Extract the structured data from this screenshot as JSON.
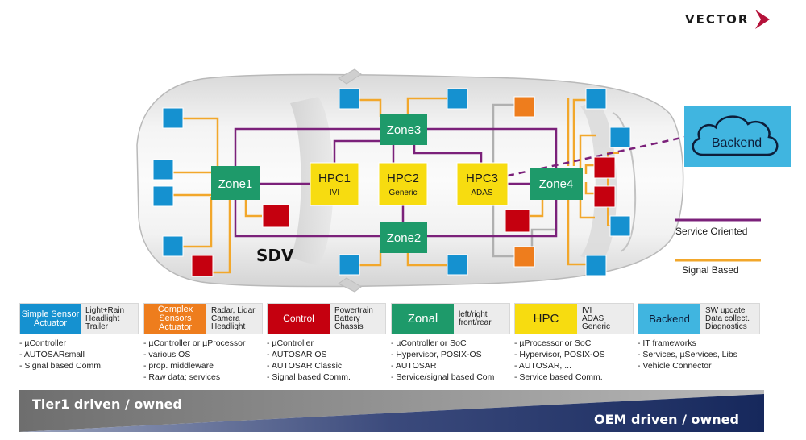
{
  "brand": {
    "name": "VECTOR",
    "accent": "#b5123a"
  },
  "diagram": {
    "car_label": "SDV",
    "zones": [
      "Zone1",
      "Zone2",
      "Zone3",
      "Zone4"
    ],
    "hpcs": [
      {
        "name": "HPC1",
        "sub": "IVI"
      },
      {
        "name": "HPC2",
        "sub": "Generic"
      },
      {
        "name": "HPC3",
        "sub": "ADAS"
      }
    ],
    "backend": "Backend"
  },
  "legend": {
    "service": "Service Oriented",
    "signal": "Signal Based"
  },
  "colors": {
    "zonal": "#1e9a6a",
    "hpc": "#f7dc10",
    "sensor_simple": "#1591d0",
    "sensor_complex": "#ee7d1d",
    "control": "#c5000f",
    "backend": "#40b5e0",
    "service_line": "#7b217a",
    "signal_line": "#f2a72b",
    "navy": "#16285c"
  },
  "categories": [
    {
      "box": "Simple Sensor Actuator",
      "desc": "Light+Rain\nHeadlight\nTrailer",
      "bullets": [
        "- µController",
        "- AUTOSARsmall",
        "- Signal based Comm."
      ]
    },
    {
      "box": "Complex Sensors Actuator",
      "desc": "Radar, Lidar\nCamera\nHeadlight",
      "bullets": [
        "- µController or µProcessor",
        "- various OS",
        "- prop. middleware",
        "- Raw data; services"
      ]
    },
    {
      "box": "Control",
      "desc": "Powertrain\nBattery\nChassis",
      "bullets": [
        "- µController",
        "- AUTOSAR OS",
        "- AUTOSAR Classic",
        "- Signal based Comm."
      ]
    },
    {
      "box": "Zonal",
      "desc": "left/right\nfront/rear",
      "bullets": [
        "- µController or SoC",
        "- Hypervisor, POSIX-OS",
        "- AUTOSAR",
        "- Service/signal based Com"
      ]
    },
    {
      "box": "HPC",
      "desc": "IVI\nADAS\nGeneric",
      "bullets": [
        "- µProcessor or SoC",
        "- Hypervisor, POSIX-OS",
        "- AUTOSAR, ...",
        "- Service based Comm."
      ]
    },
    {
      "box": "Backend",
      "desc": "SW update\nData collect.\nDiagnostics",
      "bullets": [
        "- IT frameworks",
        "- Services, µServices, Libs",
        "- Vehicle Connector"
      ]
    }
  ],
  "bands": {
    "tier1": "Tier1 driven / owned",
    "oem": "OEM driven / owned"
  }
}
